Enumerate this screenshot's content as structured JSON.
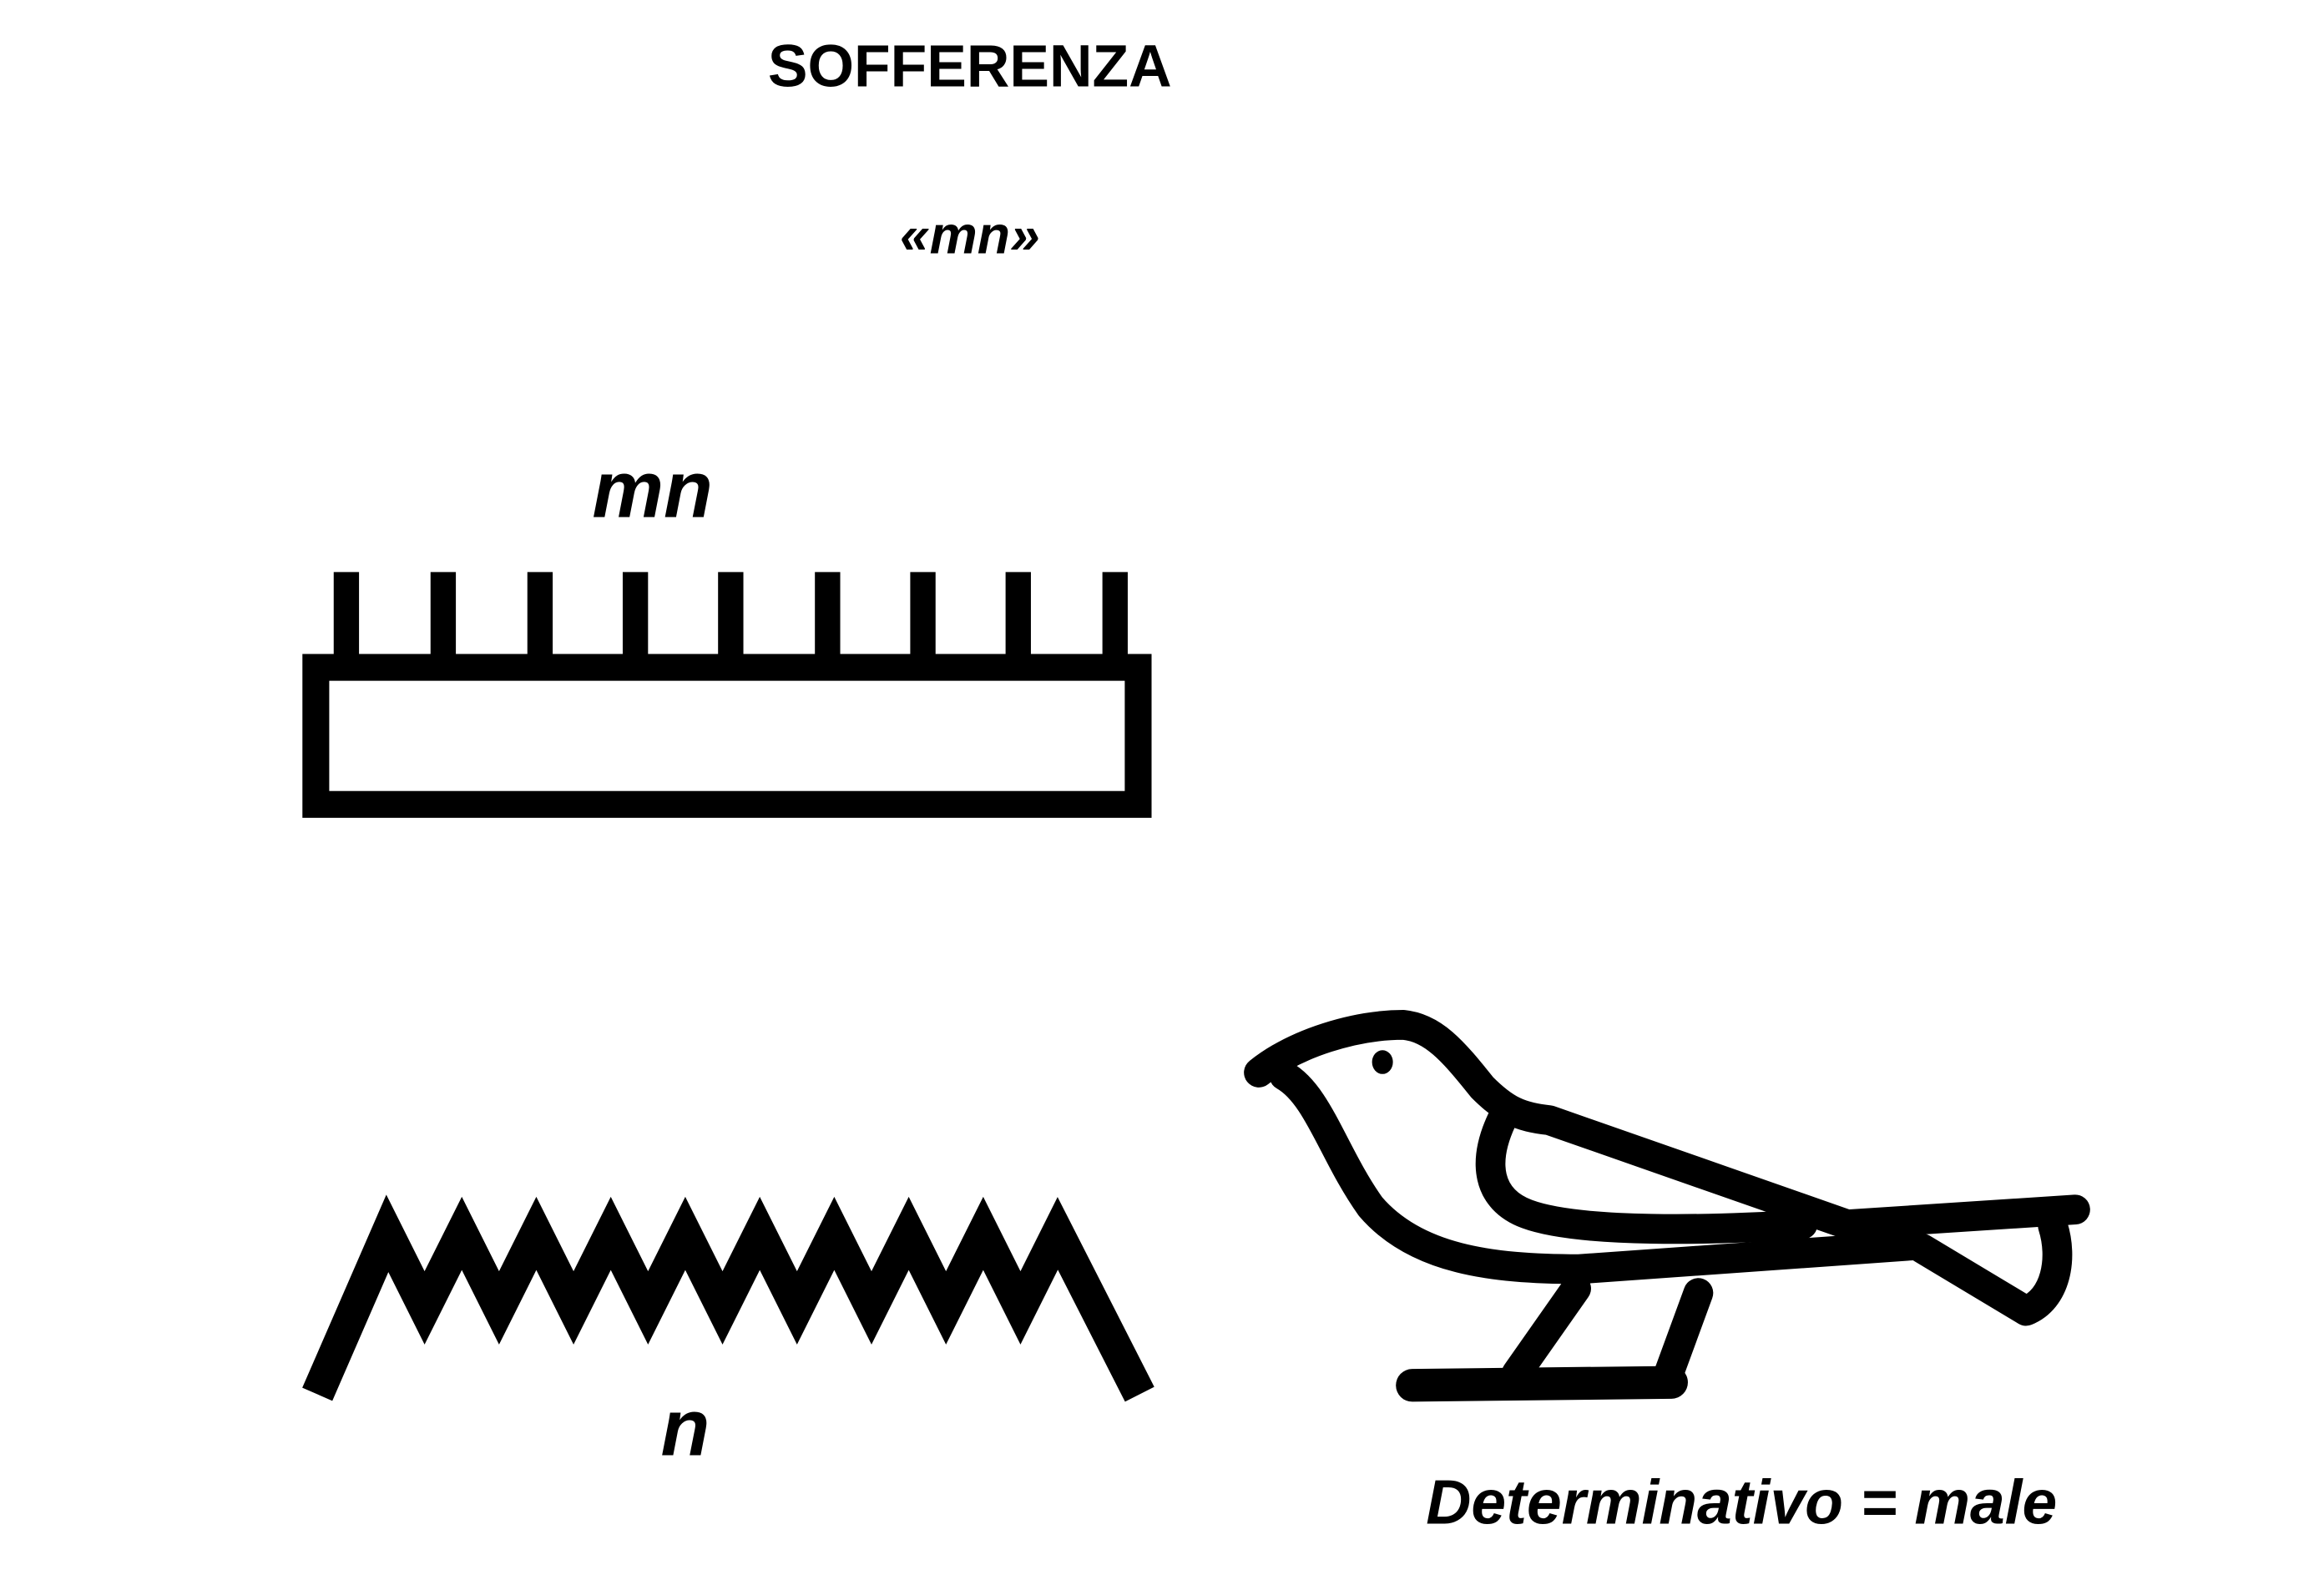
{
  "title": "SOFFERENZA",
  "transliteration": "«mn»",
  "signs": {
    "mn_label": "mn",
    "n_label": "n",
    "determinative_label": "Determinativo = male"
  },
  "colors": {
    "ink": "#000000",
    "background": "#ffffff"
  }
}
